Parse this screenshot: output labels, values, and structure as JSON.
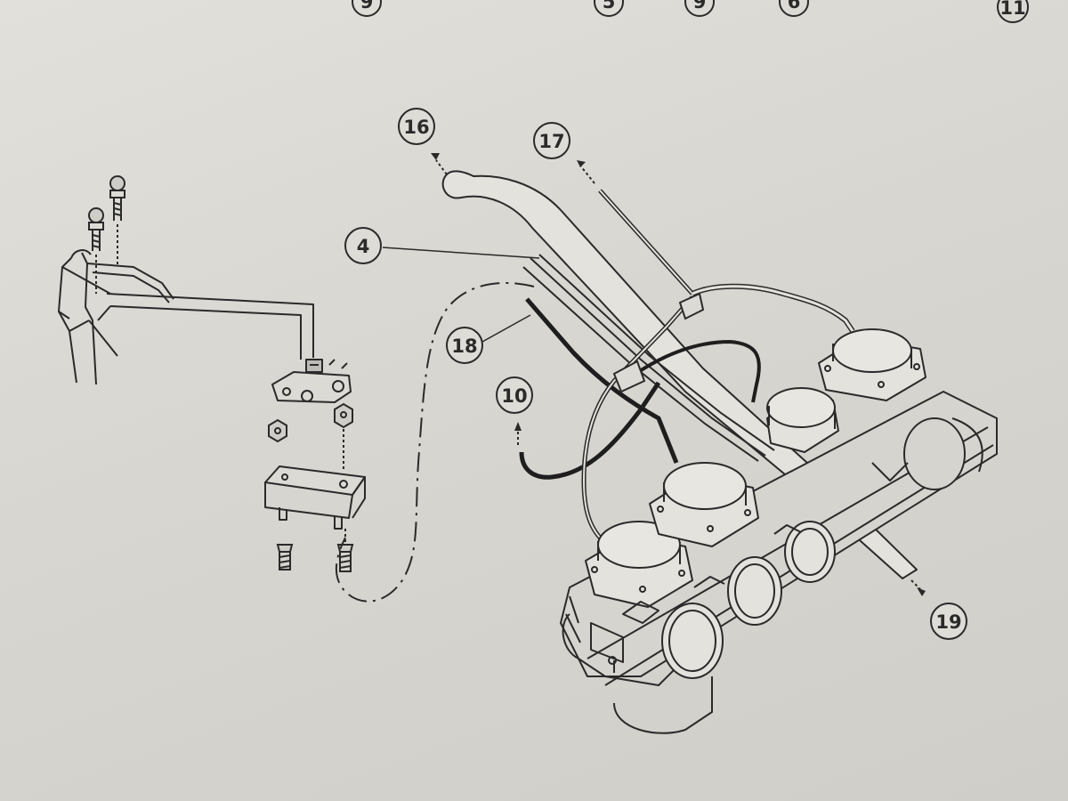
{
  "callouts": {
    "top_9_left": "9",
    "top_5": "5",
    "top_9_right": "9",
    "top_6": "6",
    "top_11": "11",
    "c16": "16",
    "c17": "17",
    "c4": "4",
    "c18": "18",
    "c10": "10",
    "c19": "19"
  },
  "colors": {
    "paper": "#d9d7d1",
    "ink": "#2a2a2a",
    "cable_fill": "#e4e2dc"
  }
}
